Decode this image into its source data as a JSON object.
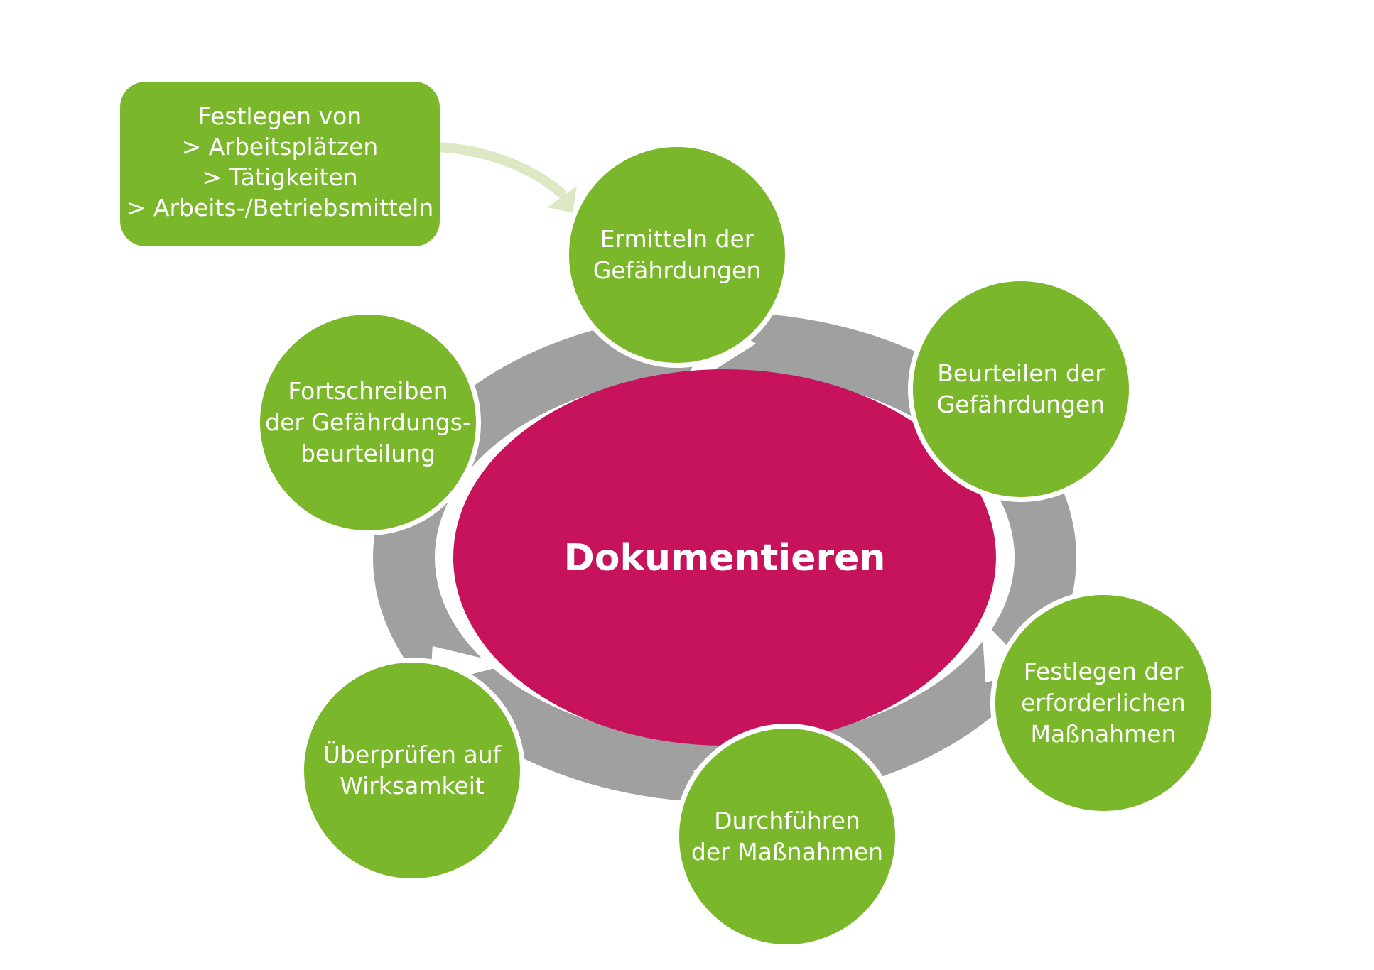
{
  "colors": {
    "green": "#7ab72a",
    "magenta": "#c7135b",
    "gray": "#a0a0a0",
    "arrow": "#dde8c4",
    "white": "#ffffff"
  },
  "center": {
    "label": "Dokumentieren"
  },
  "start_box": {
    "lines": [
      "Festlegen von",
      "> Arbeitsplätzen",
      "> Tätigkeiten",
      "> Arbeits-/Betriebsmitteln"
    ]
  },
  "steps": [
    {
      "id": "ermitteln",
      "lines": [
        "Ermitteln der",
        "Gefährdungen"
      ]
    },
    {
      "id": "beurteilen",
      "lines": [
        "Beurteilen der",
        "Gefährdungen"
      ]
    },
    {
      "id": "festlegen",
      "lines": [
        "Festlegen der",
        "erforderlichen",
        "Maßnahmen"
      ]
    },
    {
      "id": "durchfuehren",
      "lines": [
        "Durchführen",
        "der Maßnahmen"
      ]
    },
    {
      "id": "ueberpruefen",
      "lines": [
        "Überprüfen auf",
        "Wirksamkeit"
      ]
    },
    {
      "id": "fortschreiben",
      "lines": [
        "Fortschreiben",
        "der Gefährdungs-",
        "beurteilung"
      ]
    }
  ]
}
